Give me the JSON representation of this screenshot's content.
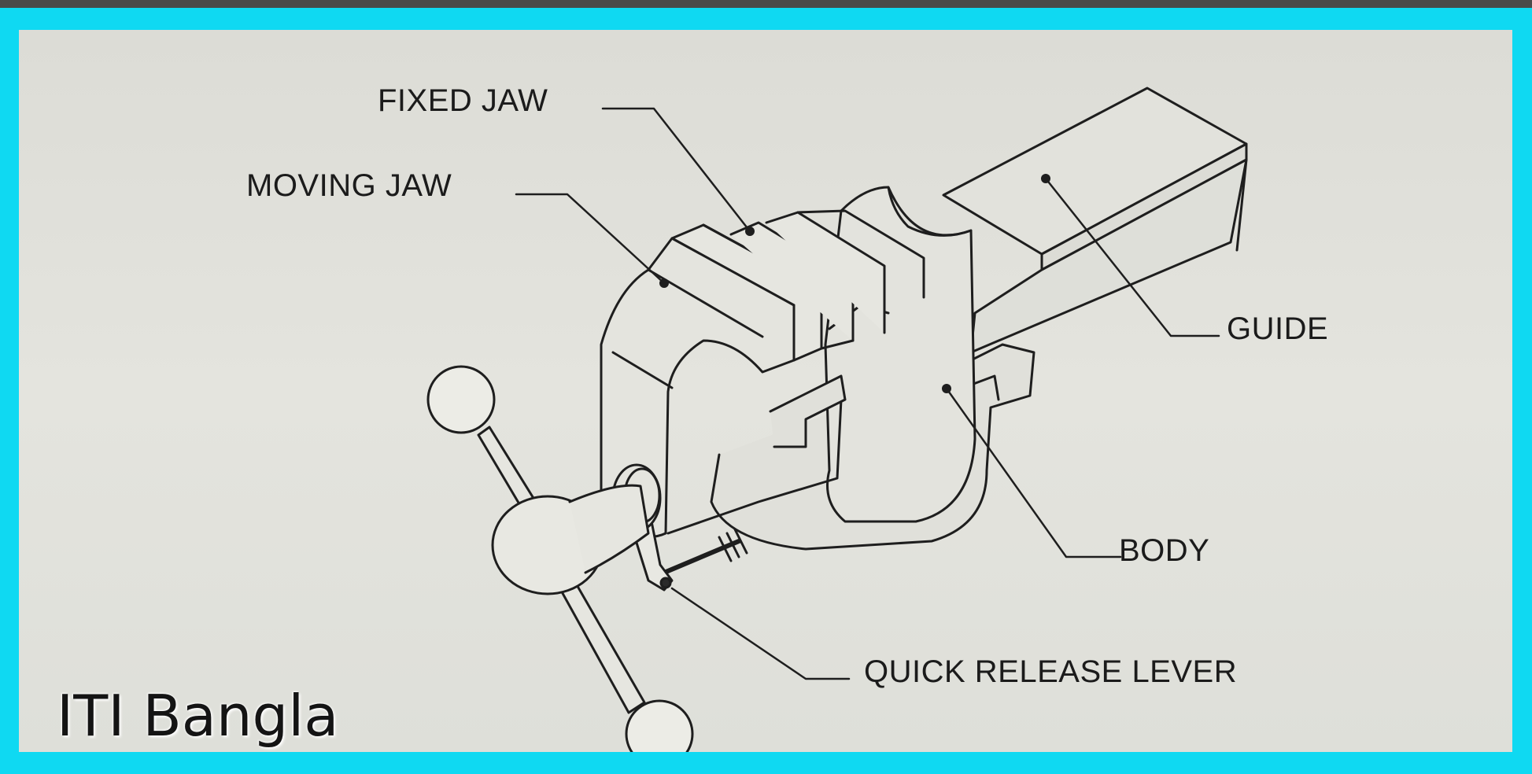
{
  "frame": {
    "border_color": "#0fd9f2",
    "paper_color": "#e2e2dc"
  },
  "labels": {
    "fixed_jaw": "FIXED JAW",
    "moving_jaw": "MOVING JAW",
    "guide": "GUIDE",
    "body": "BODY",
    "quick_release_lever": "QUICK RELEASE LEVER"
  },
  "watermark": "ITI Bangla"
}
